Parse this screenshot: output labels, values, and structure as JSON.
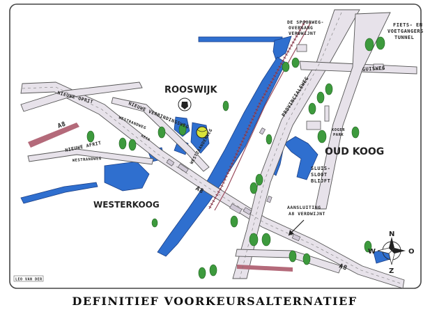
{
  "map": {
    "title": "DEFINITIEF VOORKEURSALTERNATIEF",
    "signature": "LEO VAN DER",
    "places": {
      "rooswijk": "ROOSWIJK",
      "oud_koog": "OUD KOOG",
      "westerkoog": "WESTERKOOG"
    },
    "roads": {
      "a8_west": "A8",
      "a8_mid": "A8",
      "a8_east": "A8",
      "guisweg": "GUISWEG",
      "provincialeweg": "PROVINCIALEWEG",
      "nieuwe_verbindingsweg": "NIEUWE VERBINDINGSWEG",
      "westzaanderweg": "WESTZAANDERWEG",
      "nieuwe_oprit": "NIEUWE OPRIT",
      "westrandweg": "WESTRANDWEG",
      "nieuwe_afrit": "NIEUWE AFRIT",
      "westrandweg_2": "WESTRANDWEG",
      "rech": "RECH"
    },
    "annotations": {
      "spoorweg": [
        "DE SPOORWEG-",
        "OVERGANG",
        "VERDWIJNT"
      ],
      "tunnel": [
        "FIETS- EN",
        "VOETGANGERS",
        "TUNNEL"
      ],
      "aansluiting": [
        "AANSLUITING",
        "A8 VERDWIJNT"
      ],
      "sluis": [
        "SLUIS-",
        "SLOOT",
        "BLIJFT"
      ],
      "kogerpark": [
        "KOGER",
        "PARK"
      ]
    },
    "compass": {
      "n": "N",
      "s": "Z",
      "w": "W",
      "e": "O"
    },
    "colors": {
      "water": "#2f6fcf",
      "road": "#e7e2ea",
      "road_dark": "#8e8a93",
      "rail": "#b46a7a",
      "tree": "#3d9a3d",
      "ink": "#222222"
    }
  }
}
